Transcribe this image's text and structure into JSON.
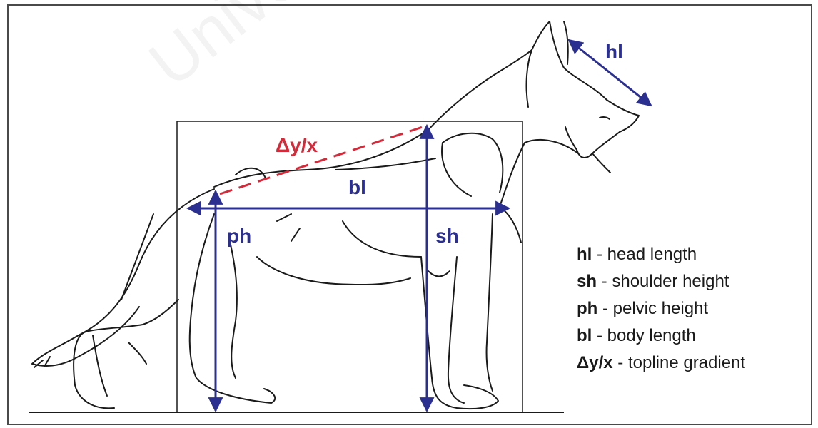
{
  "watermark": "University",
  "labels": {
    "hl": "hl",
    "gradient": "Δy/x",
    "bl": "bl",
    "ph": "ph",
    "sh": "sh"
  },
  "legend": [
    {
      "abbr": "hl",
      "desc": " - head length"
    },
    {
      "abbr": "sh",
      "desc": " - shoulder height"
    },
    {
      "abbr": "ph",
      "desc": " - pelvic height"
    },
    {
      "abbr": "bl",
      "desc": " - body length"
    },
    {
      "abbr": "Δy/x",
      "desc": " - topline gradient"
    }
  ],
  "colors": {
    "measure": "#2b2f8f",
    "gradient": "#d42a3a",
    "ink": "#1a1a1a"
  }
}
